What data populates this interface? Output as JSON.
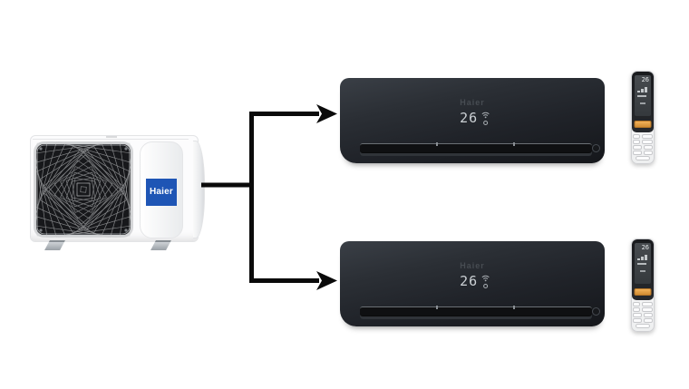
{
  "colors": {
    "background": "#ffffff",
    "haier_logo_blue": "#1e55b5",
    "arrow_black": "#0a0a0a",
    "indoor_unit_black": "#1c1f24",
    "remote_power_orange": "#e0953f"
  },
  "outdoor_unit": {
    "logo_text": "Haier"
  },
  "indoor_units": [
    {
      "brand_text": "Haier",
      "temperature": "26"
    },
    {
      "brand_text": "Haier",
      "temperature": "26"
    }
  ],
  "remotes": [
    {
      "temperature": "26"
    },
    {
      "temperature": "26"
    }
  ]
}
